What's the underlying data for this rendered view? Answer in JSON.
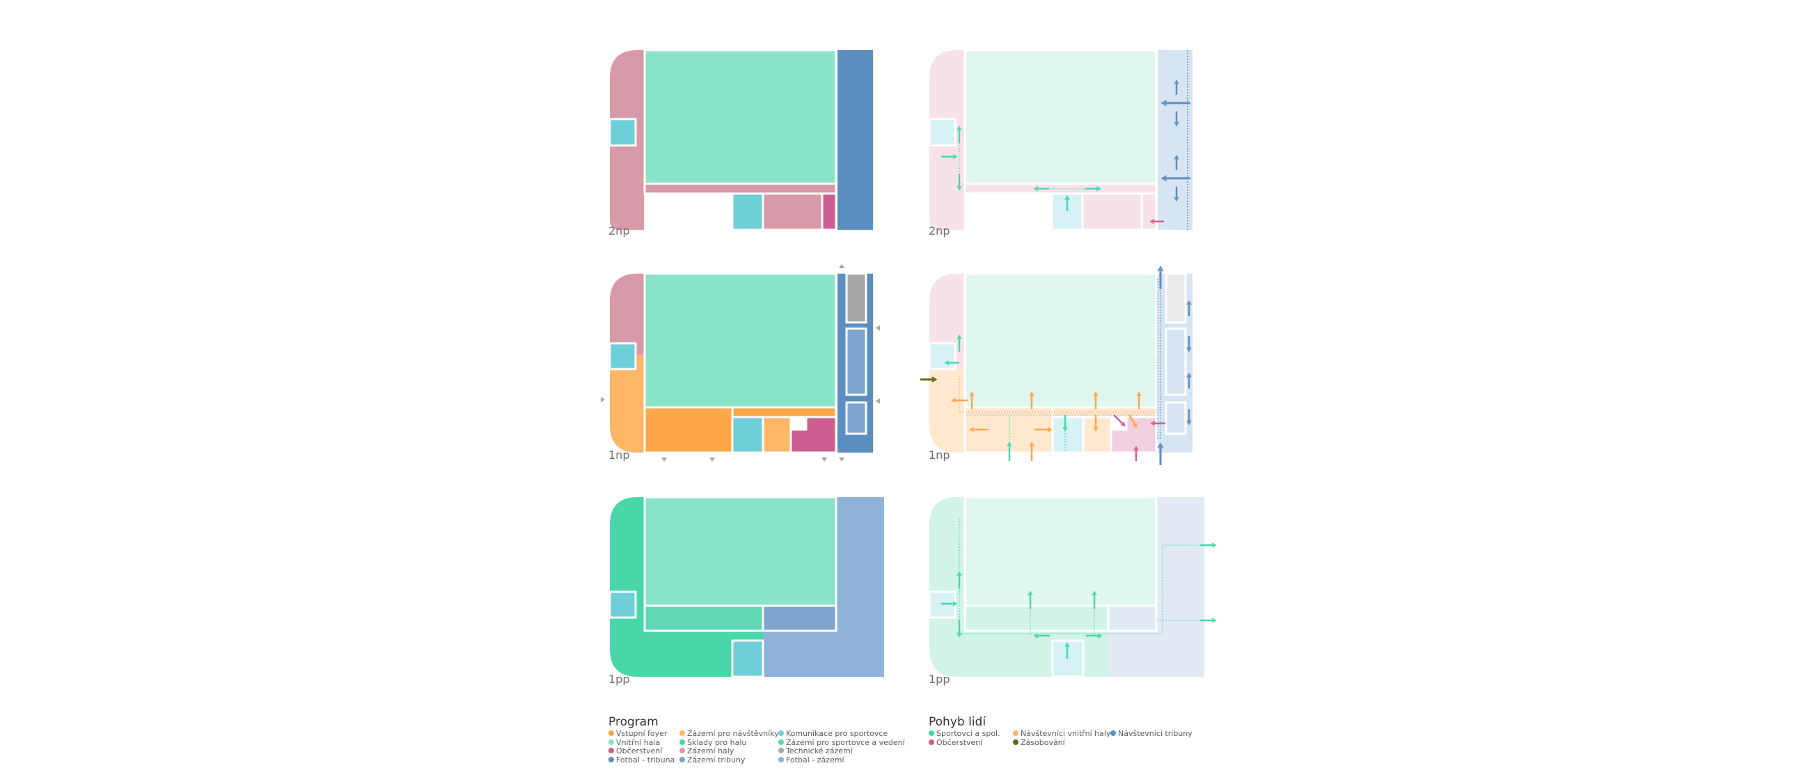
{
  "colors": {
    "pink": "#d899a8",
    "mint": "#8ae4c9",
    "blue": "#5b8fc2",
    "cyan": "#6dcfd8",
    "magenta": "#cc5f90",
    "orange_light": "#fdb767",
    "orange": "#fda74a",
    "green": "#49d6a9",
    "blue_light": "#8fb3d8",
    "blue_mid": "#7da5cf",
    "gray": "#a7a7a7",
    "olive": "#5d6a10",
    "pale_pink": "#f7e2ea",
    "pale_mint": "#e0f7f0",
    "pale_blue": "#d7e4f1",
    "pale_cyan": "#d6f2f5",
    "pale_orange": "#ffe8d0",
    "pale_magenta": "#f1cfe0"
  },
  "floors": {
    "np2": "2np",
    "np1": "1np",
    "pp1": "1pp"
  },
  "legend_program": {
    "title": "Program",
    "items": [
      {
        "label": "Vstupní foyer",
        "color": "#fda74a"
      },
      {
        "label": "Vnitřní hala",
        "color": "#8ae4c9"
      },
      {
        "label": "Občerstvení",
        "color": "#cc5f90"
      },
      {
        "label": "Fotbal - tribuna",
        "color": "#5b8fc2"
      },
      {
        "label": "Zázemí pro návštěvníky",
        "color": "#fdb767"
      },
      {
        "label": "Sklady pro halu",
        "color": "#49d6a9"
      },
      {
        "label": "Zázemí haly",
        "color": "#d899a8"
      },
      {
        "label": "Zázemí tribuny",
        "color": "#7da5cf"
      },
      {
        "label": "Komunikace pro sportovce",
        "color": "#6dcfd8"
      },
      {
        "label": "Zázemí pro sportovce a vedení",
        "color": "#5fd8b3"
      },
      {
        "label": "Technické zázemí",
        "color": "#a7a7a7"
      },
      {
        "label": "Fotbal - zázemí",
        "color": "#8fb3d8"
      }
    ]
  },
  "legend_movement": {
    "title": "Pohyb lidí",
    "items": [
      {
        "label": "Sportovci a spol.",
        "color": "#49d6a9"
      },
      {
        "label": "Občerstvení",
        "color": "#cc5f90"
      },
      {
        "label": "Návštevníci vnitřní haly",
        "color": "#fdb767"
      },
      {
        "label": "Zásobování",
        "color": "#5d6a10"
      },
      {
        "label": "Návštevníci tribuny",
        "color": "#5b8fc2"
      }
    ]
  }
}
